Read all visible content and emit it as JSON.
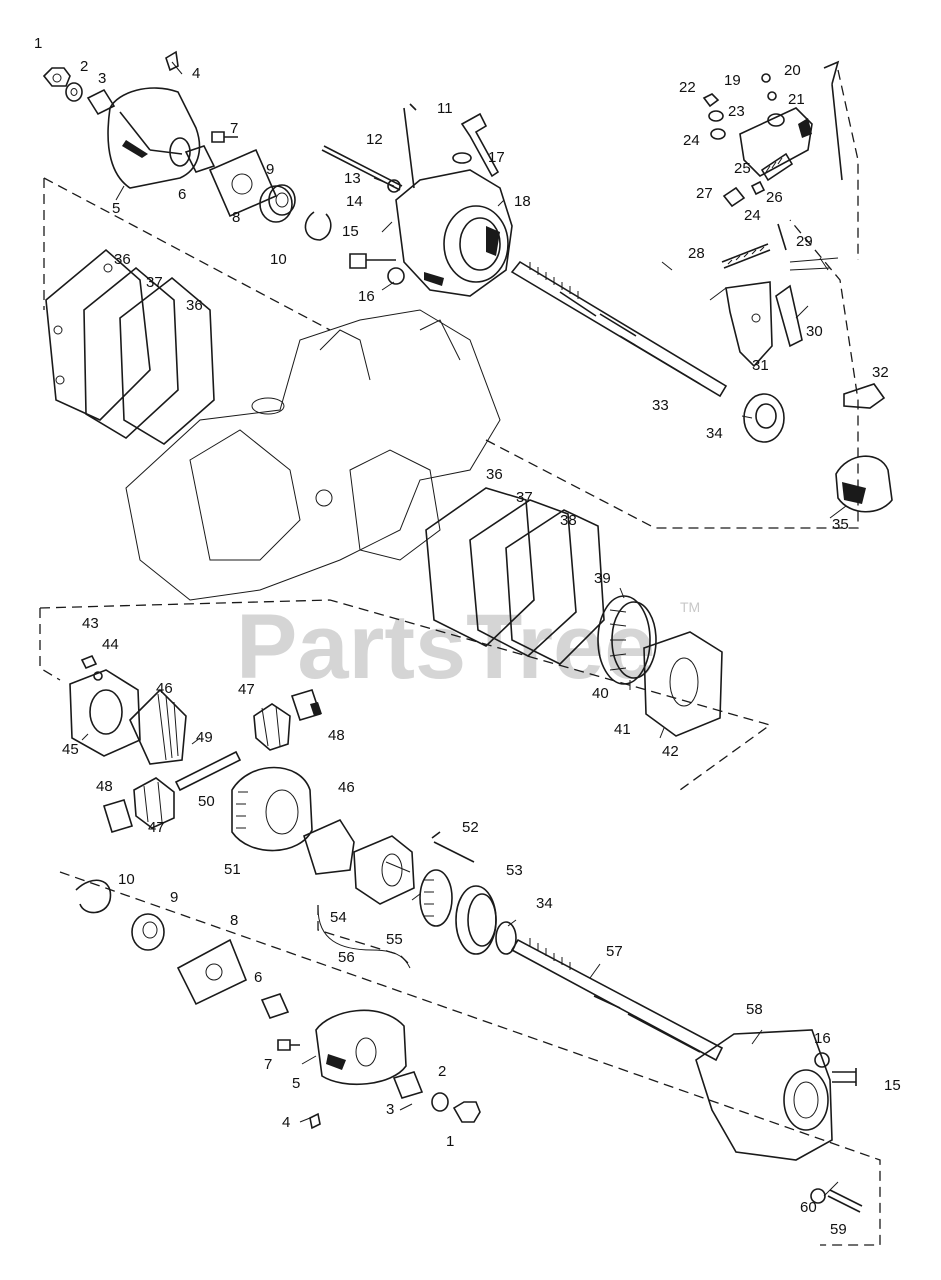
{
  "diagram": {
    "watermark": "PartsTree",
    "watermark_tm": "TM",
    "callouts": [
      {
        "id": "c1a",
        "text": "1"
      },
      {
        "id": "c2a",
        "text": "2"
      },
      {
        "id": "c3a",
        "text": "3"
      },
      {
        "id": "c4a",
        "text": "4"
      },
      {
        "id": "c5a",
        "text": "5"
      },
      {
        "id": "c6a",
        "text": "6"
      },
      {
        "id": "c7a",
        "text": "7"
      },
      {
        "id": "c8a",
        "text": "8"
      },
      {
        "id": "c9a",
        "text": "9"
      },
      {
        "id": "c10a",
        "text": "10"
      },
      {
        "id": "c11",
        "text": "11"
      },
      {
        "id": "c12",
        "text": "12"
      },
      {
        "id": "c13",
        "text": "13"
      },
      {
        "id": "c14",
        "text": "14"
      },
      {
        "id": "c15a",
        "text": "15"
      },
      {
        "id": "c16a",
        "text": "16"
      },
      {
        "id": "c17",
        "text": "17"
      },
      {
        "id": "c18",
        "text": "18"
      },
      {
        "id": "c19",
        "text": "19"
      },
      {
        "id": "c20",
        "text": "20"
      },
      {
        "id": "c21",
        "text": "21"
      },
      {
        "id": "c22",
        "text": "22"
      },
      {
        "id": "c23",
        "text": "23"
      },
      {
        "id": "c24a",
        "text": "24"
      },
      {
        "id": "c24b",
        "text": "24"
      },
      {
        "id": "c25",
        "text": "25"
      },
      {
        "id": "c26",
        "text": "26"
      },
      {
        "id": "c27",
        "text": "27"
      },
      {
        "id": "c28",
        "text": "28"
      },
      {
        "id": "c29",
        "text": "29"
      },
      {
        "id": "c30",
        "text": "30"
      },
      {
        "id": "c31",
        "text": "31"
      },
      {
        "id": "c32",
        "text": "32"
      },
      {
        "id": "c33",
        "text": "33"
      },
      {
        "id": "c34a",
        "text": "34"
      },
      {
        "id": "c35",
        "text": "35"
      },
      {
        "id": "c36a",
        "text": "36"
      },
      {
        "id": "c37a",
        "text": "37"
      },
      {
        "id": "c36b",
        "text": "36"
      },
      {
        "id": "c36c",
        "text": "36"
      },
      {
        "id": "c37b",
        "text": "37"
      },
      {
        "id": "c38",
        "text": "38"
      },
      {
        "id": "c39",
        "text": "39"
      },
      {
        "id": "c40",
        "text": "40"
      },
      {
        "id": "c41",
        "text": "41"
      },
      {
        "id": "c42",
        "text": "42"
      },
      {
        "id": "c43",
        "text": "43"
      },
      {
        "id": "c44",
        "text": "44"
      },
      {
        "id": "c45",
        "text": "45"
      },
      {
        "id": "c46a",
        "text": "46"
      },
      {
        "id": "c47a",
        "text": "47"
      },
      {
        "id": "c48a",
        "text": "48"
      },
      {
        "id": "c49",
        "text": "49"
      },
      {
        "id": "c50",
        "text": "50"
      },
      {
        "id": "c48b",
        "text": "48"
      },
      {
        "id": "c47b",
        "text": "47"
      },
      {
        "id": "c51",
        "text": "51"
      },
      {
        "id": "c46b",
        "text": "46"
      },
      {
        "id": "c52",
        "text": "52"
      },
      {
        "id": "c53",
        "text": "53"
      },
      {
        "id": "c34b",
        "text": "34"
      },
      {
        "id": "c54",
        "text": "54"
      },
      {
        "id": "c55",
        "text": "55"
      },
      {
        "id": "c56",
        "text": "56"
      },
      {
        "id": "c57",
        "text": "57"
      },
      {
        "id": "c10b",
        "text": "10"
      },
      {
        "id": "c9b",
        "text": "9"
      },
      {
        "id": "c8b",
        "text": "8"
      },
      {
        "id": "c6b",
        "text": "6"
      },
      {
        "id": "c7b",
        "text": "7"
      },
      {
        "id": "c5b",
        "text": "5"
      },
      {
        "id": "c4b",
        "text": "4"
      },
      {
        "id": "c3b",
        "text": "3"
      },
      {
        "id": "c2b",
        "text": "2"
      },
      {
        "id": "c1b",
        "text": "1"
      },
      {
        "id": "c58",
        "text": "58"
      },
      {
        "id": "c16b",
        "text": "16"
      },
      {
        "id": "c15b",
        "text": "15"
      },
      {
        "id": "c60",
        "text": "60"
      },
      {
        "id": "c59",
        "text": "59"
      }
    ]
  }
}
